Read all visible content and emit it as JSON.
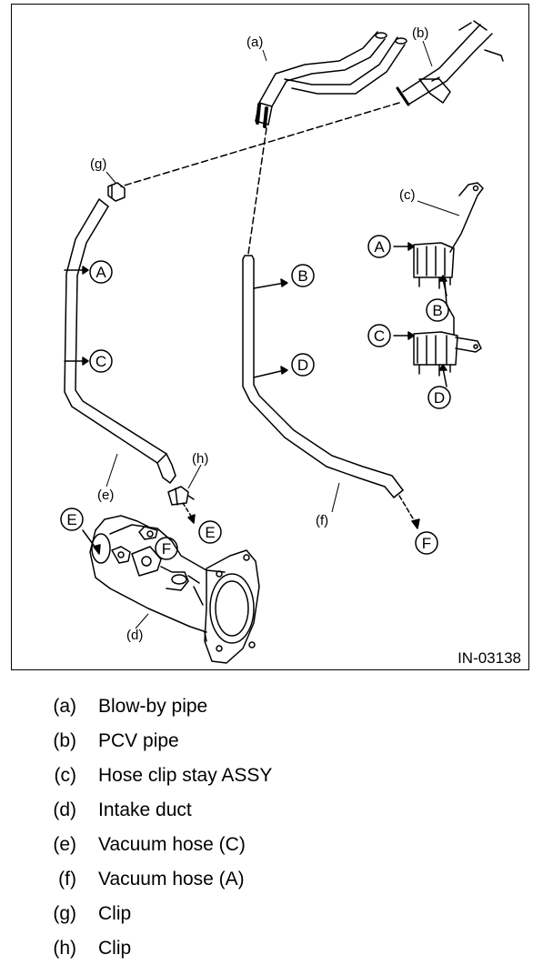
{
  "figure": {
    "id_code": "IN-03138",
    "part_letters": {
      "a": "(a)",
      "b": "(b)",
      "c": "(c)",
      "d": "(d)",
      "e": "(e)",
      "f": "(f)",
      "g": "(g)",
      "h": "(h)"
    },
    "connection_letters": {
      "A": "A",
      "B": "B",
      "C": "C",
      "D": "D",
      "E": "E",
      "F": "F"
    }
  },
  "legend": [
    {
      "key": "(a)",
      "text": "Blow-by pipe"
    },
    {
      "key": "(b)",
      "text": "PCV pipe"
    },
    {
      "key": "(c)",
      "text": "Hose clip stay ASSY"
    },
    {
      "key": "(d)",
      "text": "Intake duct"
    },
    {
      "key": "(e)",
      "text": "Vacuum hose (C)"
    },
    {
      "key": "(f)",
      "text": "Vacuum hose (A)"
    },
    {
      "key": "(g)",
      "text": "Clip"
    },
    {
      "key": "(h)",
      "text": "Clip"
    }
  ]
}
